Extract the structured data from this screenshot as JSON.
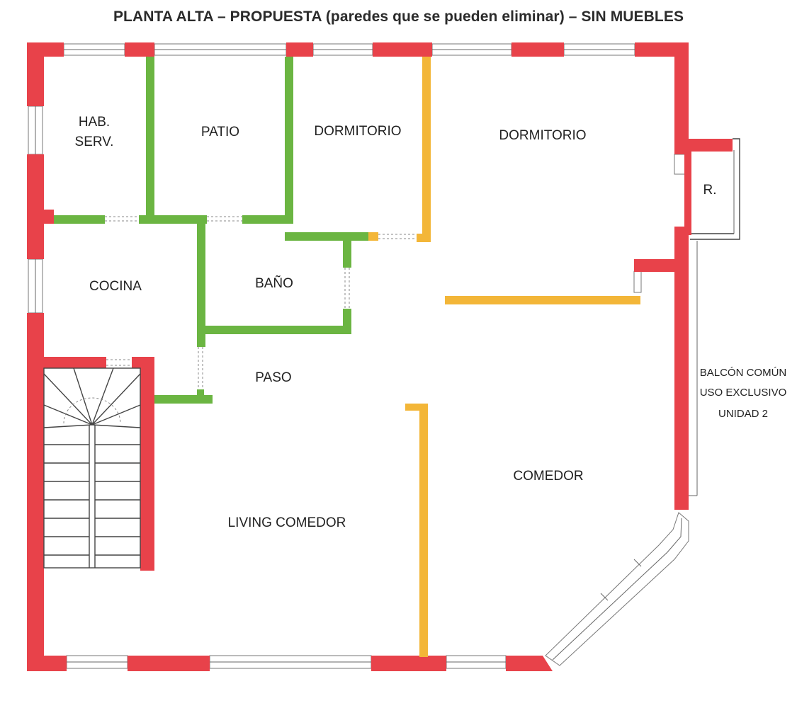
{
  "title": "PLANTA ALTA – PROPUESTA (paredes que se pueden eliminar) – SIN MUEBLES",
  "colors": {
    "exterior_wall": "#e8424a",
    "removable_wall": "#6bb542",
    "proposed_wall": "#f3b638"
  },
  "rooms": {
    "hab_serv_1": "HAB.",
    "hab_serv_2": "SERV.",
    "patio": "PATIO",
    "dormitorio_1": "DORMITORIO",
    "dormitorio_2": "DORMITORIO",
    "r": "R.",
    "cocina": "COCINA",
    "bano": "BAÑO",
    "paso": "PASO",
    "comedor": "COMEDOR",
    "living_comedor": "LIVING COMEDOR"
  },
  "balcony": {
    "line1": "BALCÓN COMÚN",
    "line2": "USO EXCLUSIVO",
    "line3": "UNIDAD 2"
  }
}
